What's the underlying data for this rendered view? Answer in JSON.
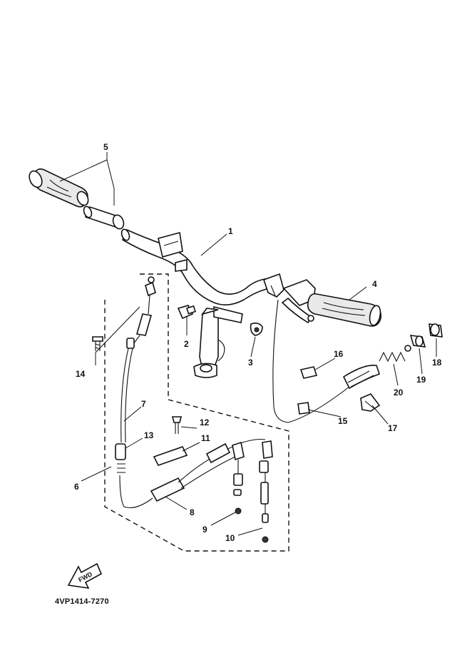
{
  "diagram": {
    "reference_code": "4VP1414-7270",
    "fwd_label": "FWD",
    "callouts": {
      "c1": "1",
      "c2": "2",
      "c3": "3",
      "c4": "4",
      "c5": "5",
      "c6": "6",
      "c7": "7",
      "c8": "8",
      "c9": "9",
      "c10": "10",
      "c11": "11",
      "c12": "12",
      "c13": "13",
      "c14": "14",
      "c15": "15",
      "c16": "16",
      "c17": "17",
      "c18": "18",
      "c19": "19",
      "c20": "20"
    }
  }
}
